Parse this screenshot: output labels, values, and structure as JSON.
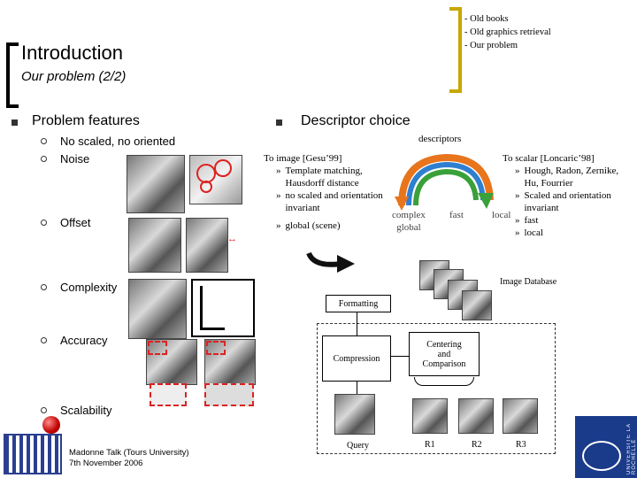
{
  "header": {
    "title": "Introduction",
    "subtitle": "Our problem (2/2)",
    "toplist": [
      "- Old books",
      "- Old graphics retrieval",
      "- Our problem"
    ]
  },
  "features": {
    "heading": "Problem features",
    "items": [
      "No scaled, no oriented",
      "Noise",
      "Offset",
      "Complexity",
      "Accuracy",
      "Scalability"
    ]
  },
  "descriptor": {
    "heading": "Descriptor choice",
    "arc_label": "descriptors",
    "left_title": "To image [Gesu’99]",
    "left_items": [
      "Template matching, Hausdorff distance",
      "no scaled and orientation invariant",
      "global (scene)"
    ],
    "right_title": "To scalar [Loncaric’98]",
    "right_items": [
      "Hough, Radon, Zernike, Hu, Fourrier",
      "Scaled and orientation invariant",
      "fast",
      "local"
    ],
    "mid_left": [
      "complex",
      "global"
    ],
    "mid_fast": "fast",
    "mid_local": "local",
    "arrow_colors": [
      "#e8741c",
      "#2e7fd0",
      "#3aa03a"
    ]
  },
  "pipeline": {
    "image_database": "Image Database",
    "formatting": "Formatting",
    "compression": "Compression",
    "centering": [
      "Centering",
      "and",
      "Comparison"
    ],
    "query": "Query",
    "results": [
      "R1",
      "R2",
      "R3"
    ]
  },
  "footer": {
    "line1": "Madonne Talk (Tours University)",
    "line2": "7th November 2006",
    "right_logo": "UNIVERSITÉ LA ROCHELLE"
  }
}
